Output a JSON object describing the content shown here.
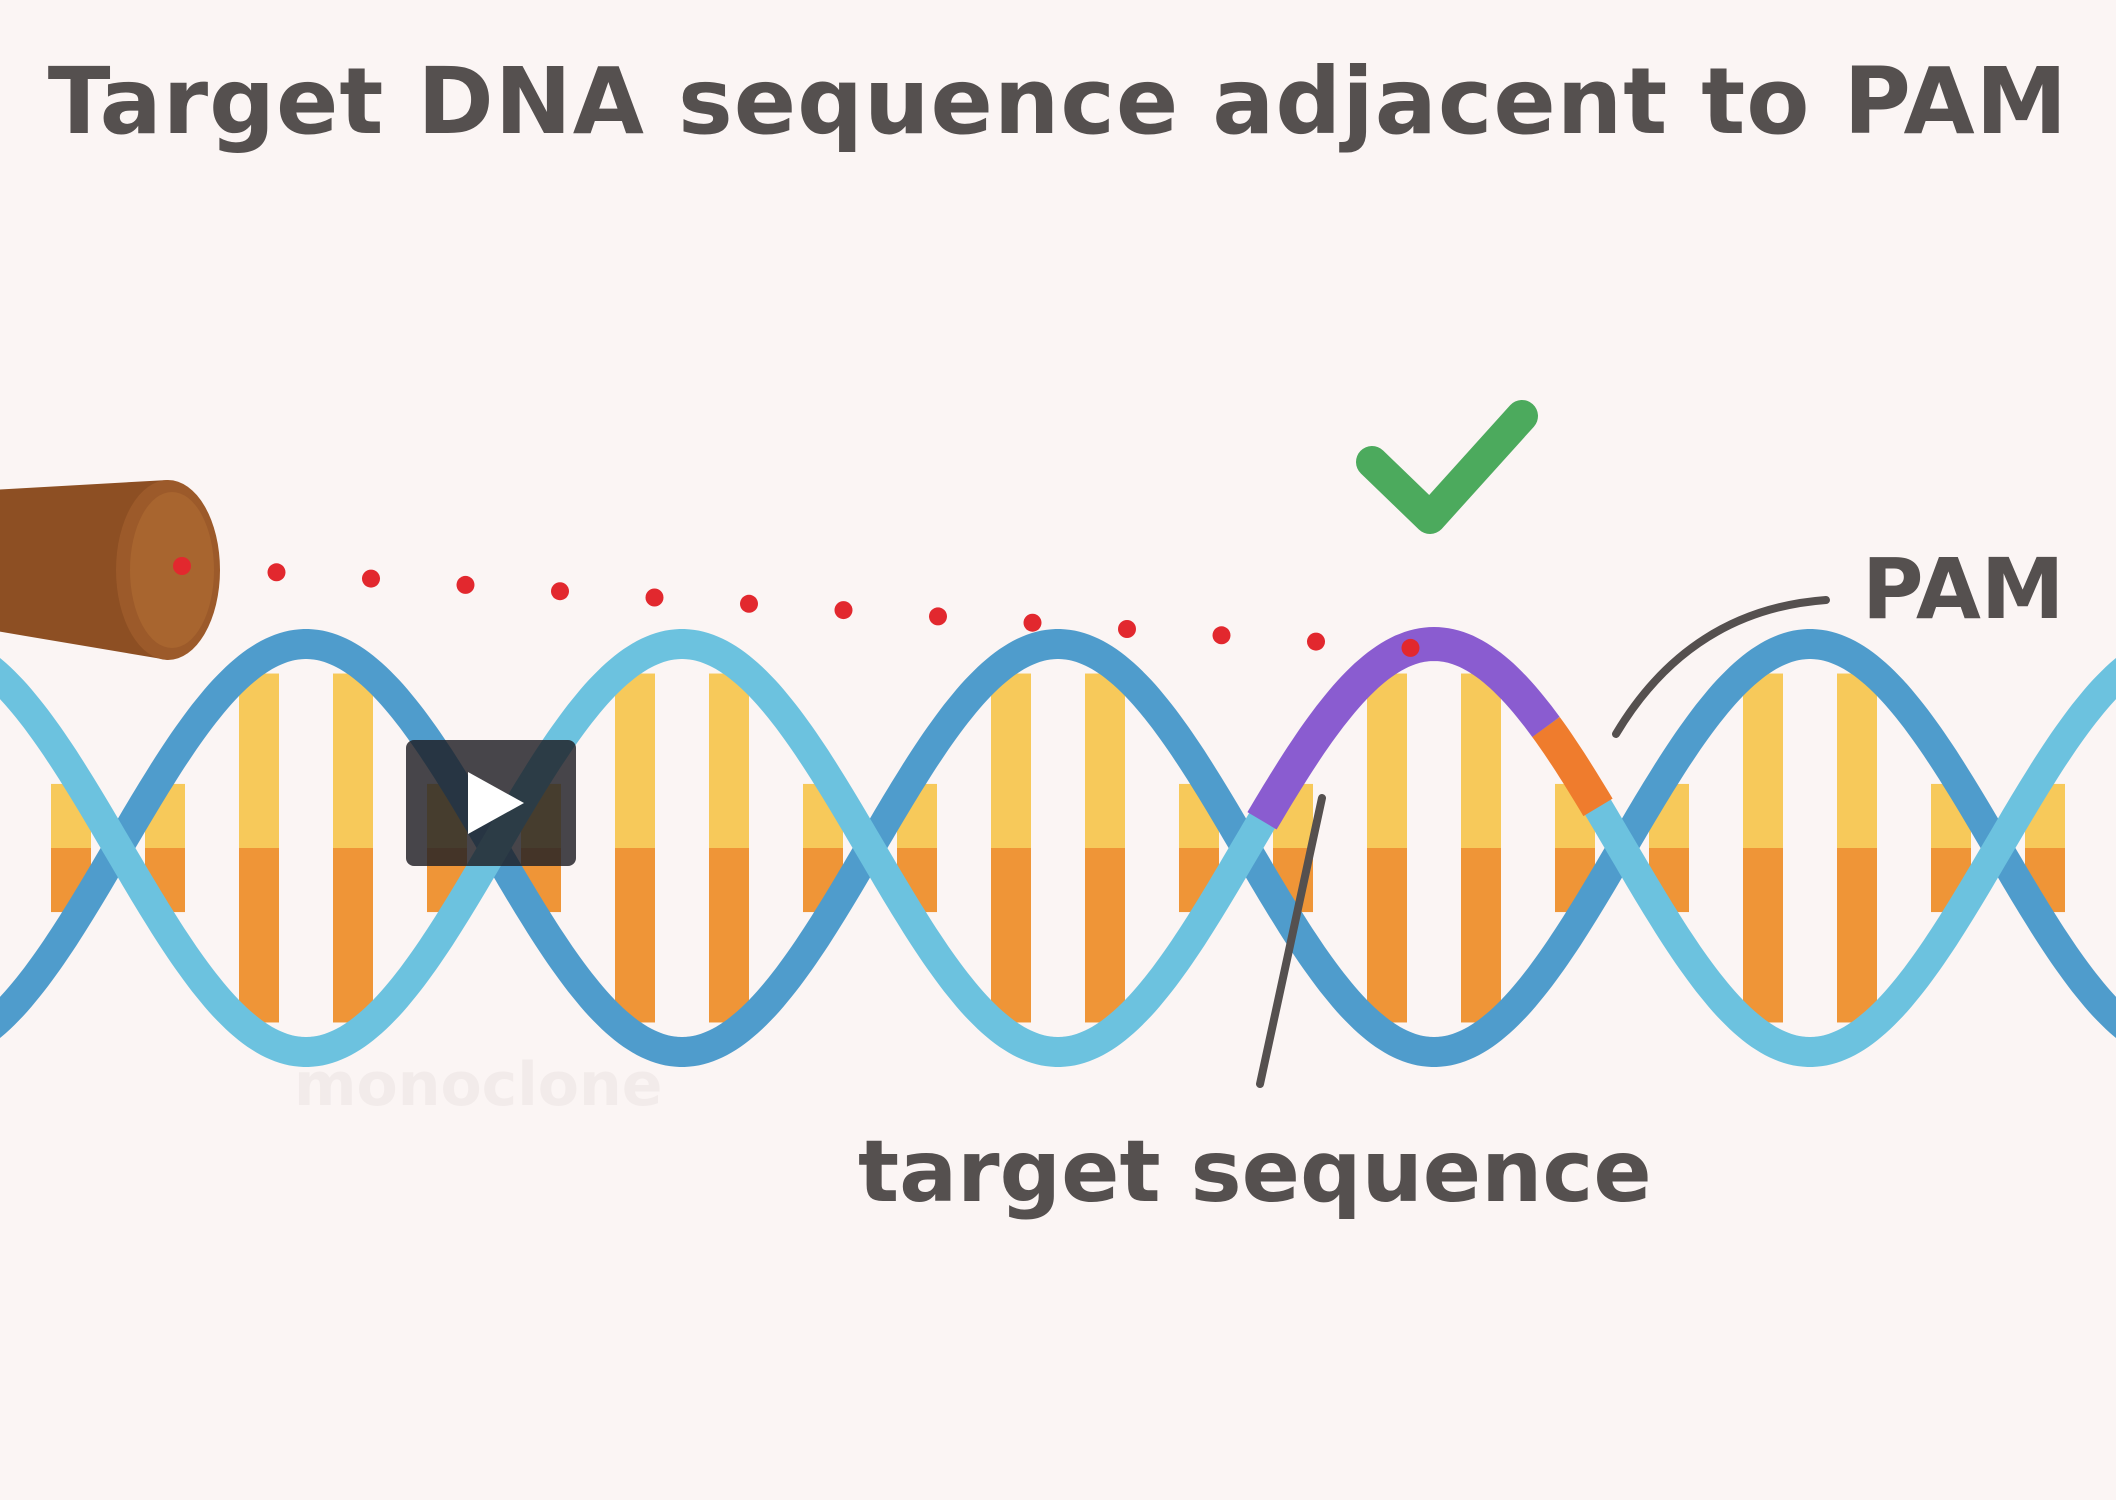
{
  "title": "Target DNA sequence adjacent to PAM",
  "labels": {
    "pam": "PAM",
    "target_sequence": "target sequence"
  },
  "watermark": "monoclone",
  "player": {
    "play_icon": "play-icon"
  },
  "colors": {
    "background": "#fbf5f4",
    "text": "#55504f",
    "strand_front": "#6cc2df",
    "strand_back": "#4f9ccc",
    "base_yellow": "#f7c95a",
    "base_orange": "#ef9537",
    "target_purple": "#8a5cd0",
    "pam_orange": "#ef7c2d",
    "check_green": "#4caa5d",
    "laser_red": "#e2282e",
    "cylinder_brown": "#8d4f23"
  }
}
